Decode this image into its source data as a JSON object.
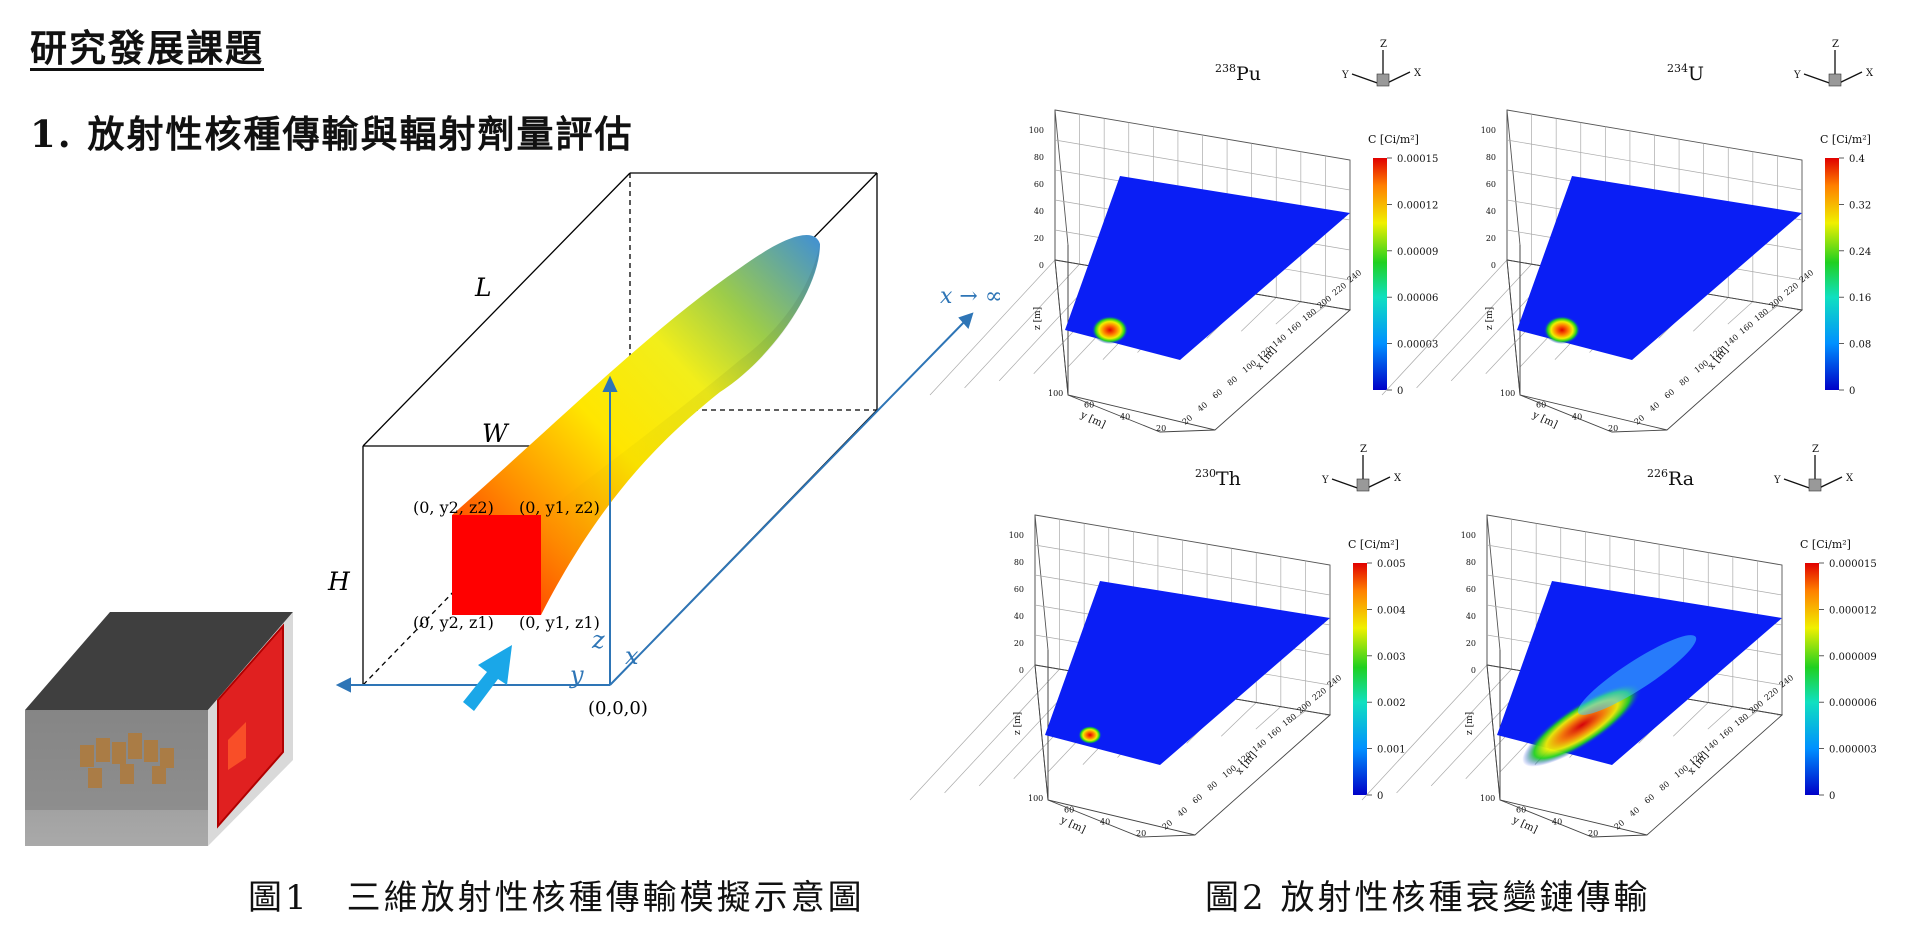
{
  "heading": "研究發展課題",
  "subheading": "1. 放射性核種傳輸與輻射劑量評估",
  "figure1": {
    "caption": "圖1　三維放射性核種傳輸模擬示意圖",
    "labels": {
      "L": "L",
      "W": "W",
      "H": "H",
      "x_inf": "x → ∞",
      "axis_x": "x",
      "axis_y": "y",
      "axis_z": "z",
      "origin": "(0,0,0)",
      "corner_top_left": "(0, y2, z2)",
      "corner_top_right": "(0, y1, z2)",
      "corner_bottom_left": "(0, y2, z1)",
      "corner_bottom_right": "(0, y1, z1)"
    }
  },
  "figure2": {
    "caption": "圖2  放射性核種衰變鏈傳輸",
    "orientation_axes": {
      "x": "X",
      "y": "Y",
      "z": "Z"
    },
    "colorbar_label": "C [Ci/m²]",
    "axis_labels": {
      "x": "x [m]",
      "y": "y [m]",
      "z": "z [m]"
    },
    "x_ticks": [
      "20",
      "40",
      "60",
      "80",
      "100",
      "120",
      "140",
      "160",
      "180",
      "200",
      "220",
      "240"
    ],
    "y_ticks": [
      "100",
      "60",
      "40",
      "20"
    ],
    "z_ticks": [
      "100",
      "80",
      "60",
      "40",
      "20",
      "0"
    ],
    "panels": [
      {
        "mass": "238",
        "element": "Pu",
        "colorbar_ticks": [
          "0.00015",
          "0.00012",
          "0.00009",
          "0.00006",
          "0.00003",
          "0"
        ],
        "plume": "small"
      },
      {
        "mass": "234",
        "element": "U",
        "colorbar_ticks": [
          "0.4",
          "0.32",
          "0.24",
          "0.16",
          "0.08",
          "0"
        ],
        "plume": "small"
      },
      {
        "mass": "230",
        "element": "Th",
        "colorbar_ticks": [
          "0.005",
          "0.004",
          "0.003",
          "0.002",
          "0.001",
          "0"
        ],
        "plume": "tiny"
      },
      {
        "mass": "226",
        "element": "Ra",
        "colorbar_ticks": [
          "0.000015",
          "0.000012",
          "0.000009",
          "0.000006",
          "0.000003",
          "0"
        ],
        "plume": "long"
      }
    ]
  },
  "colors": {
    "axis_blue": "#2e75b6",
    "arrow_cyan": "#1aa7e8",
    "source_red": "#ff0000",
    "plane_blue": "#0a1ef5"
  }
}
